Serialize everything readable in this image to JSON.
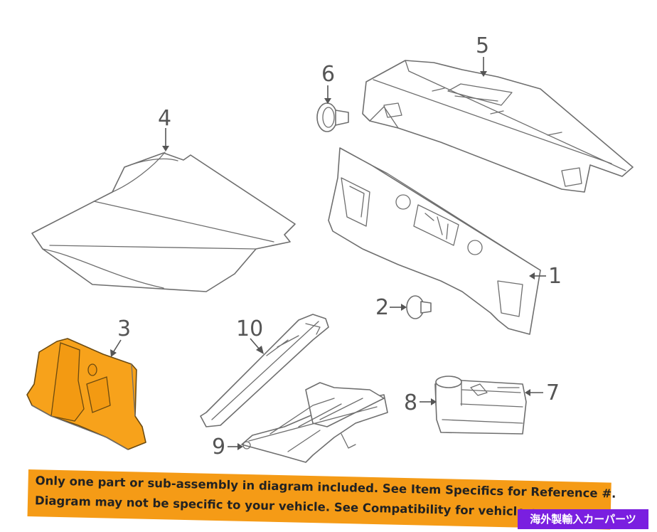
{
  "callouts": [
    {
      "id": "1",
      "label": "1"
    },
    {
      "id": "2",
      "label": "2"
    },
    {
      "id": "3",
      "label": "3"
    },
    {
      "id": "4",
      "label": "4"
    },
    {
      "id": "5",
      "label": "5"
    },
    {
      "id": "6",
      "label": "6"
    },
    {
      "id": "7",
      "label": "7"
    },
    {
      "id": "8",
      "label": "8"
    },
    {
      "id": "9",
      "label": "9"
    },
    {
      "id": "10",
      "label": "10"
    }
  ],
  "highlighted_part": "3",
  "colors": {
    "highlight": "#f7a21b",
    "notice_background": "#f59b16",
    "badge_background": "#7a1fe0",
    "line_art": "#6e6e6e"
  },
  "notice": {
    "line1": "Only one part or sub-assembly in diagram included. See Item Specifics for Reference #.",
    "line2": "Diagram may not be specific to your vehicle. See Compatibility for vehicle-spec"
  },
  "badge": {
    "text": "海外製輸入カーパーツ"
  }
}
